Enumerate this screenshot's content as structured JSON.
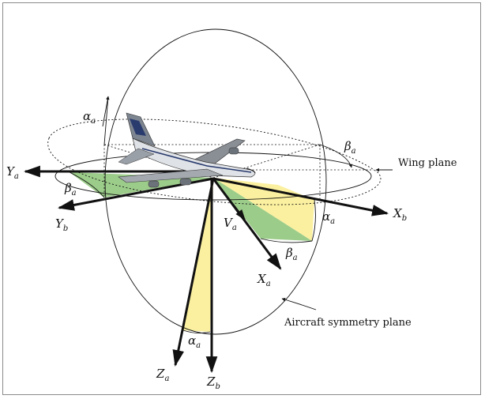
{
  "colors": {
    "green": "#9ccc8a",
    "yellow": "#fbf0a0",
    "line": "#111111",
    "background": "#ffffff"
  },
  "axes": {
    "ya": {
      "main": "Y",
      "sub": "a"
    },
    "yb": {
      "main": "Y",
      "sub": "b"
    },
    "xa": {
      "main": "X",
      "sub": "a"
    },
    "xb": {
      "main": "X",
      "sub": "b"
    },
    "za": {
      "main": "Z",
      "sub": "a"
    },
    "zb": {
      "main": "Z",
      "sub": "b"
    },
    "va": {
      "main": "V",
      "sub": "a"
    }
  },
  "angles": {
    "alpha_top": {
      "main": "α",
      "sub": "a"
    },
    "beta_right": {
      "main": "β",
      "sub": "a"
    },
    "beta_left": {
      "main": "β",
      "sub": "a"
    },
    "alpha_right": {
      "main": "α",
      "sub": "a"
    },
    "beta_bottom": {
      "main": "β",
      "sub": "a"
    },
    "alpha_bottom": {
      "main": "α",
      "sub": "a"
    }
  },
  "labels": {
    "wing_plane": "Wing plane",
    "symmetry_plane": "Aircraft symmetry plane"
  },
  "icons": {
    "aircraft": "airliner-icon"
  }
}
